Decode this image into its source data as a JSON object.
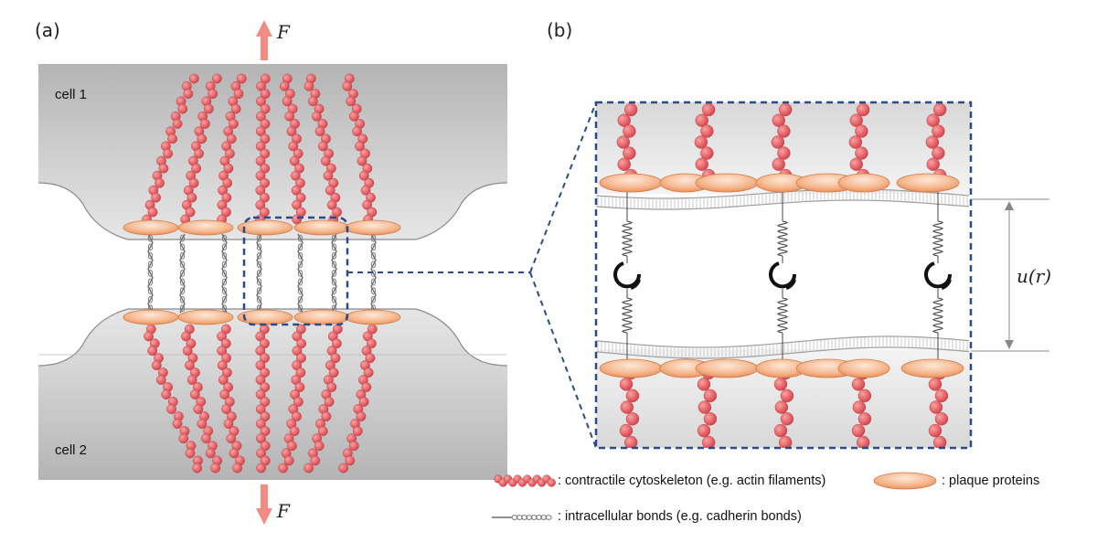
{
  "panels": {
    "a": "(a)",
    "b": "(b)"
  },
  "labels": {
    "force_top": "F",
    "force_bottom": "F",
    "cell1": "cell 1",
    "cell2": "cell 2",
    "separation": "u(r)"
  },
  "legend": {
    "cytoskeleton": ": contractile cytoskeleton (e.g. actin filaments)",
    "plaque": ": plaque proteins",
    "bonds": ": intracellular bonds (e.g. cadherin bonds)"
  },
  "colors": {
    "actin": "#e8656a",
    "actin_dark": "#c8454c",
    "plaque": "#f3a574",
    "force_arrow": "#f28b82",
    "zoom_box": "#2b4a8c",
    "cell_gray": "#a9a9a9"
  }
}
